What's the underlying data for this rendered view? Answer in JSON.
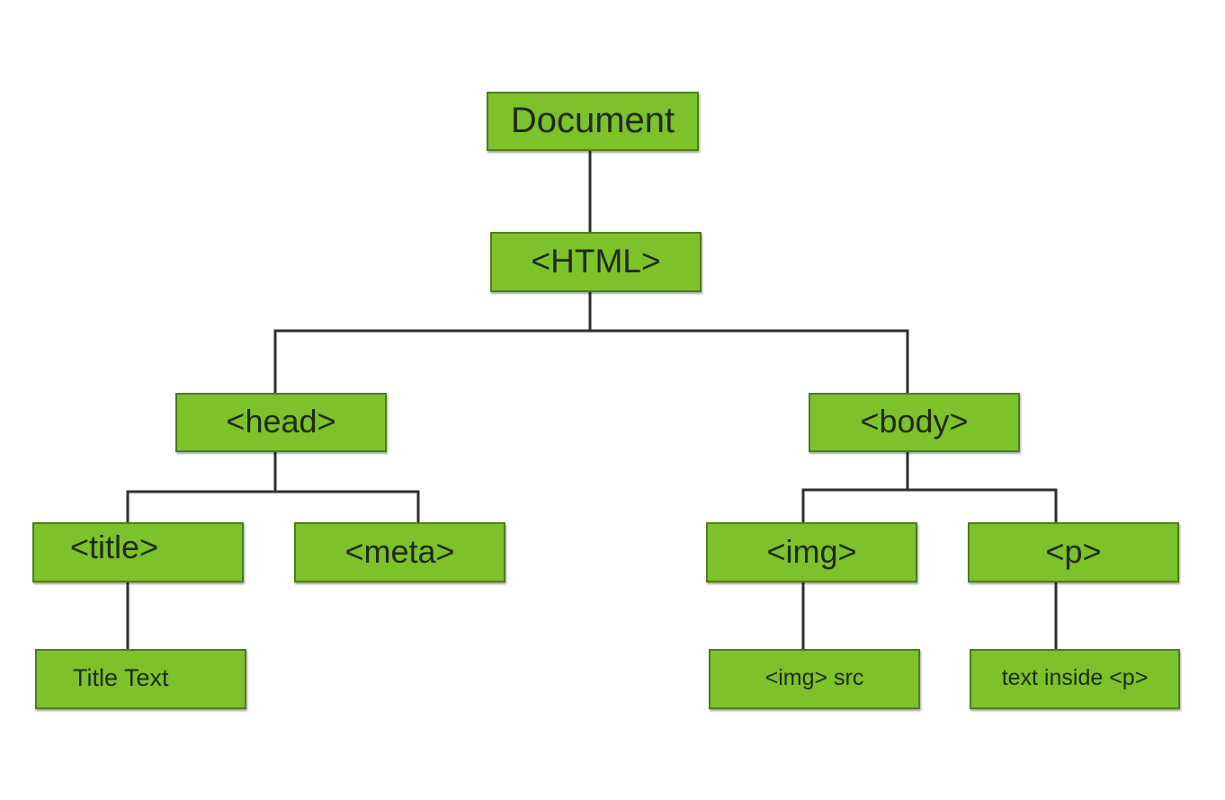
{
  "diagram": {
    "colors": {
      "node_fill": "#7dc12b",
      "node_border": "#4e7e1d",
      "connector": "#2f2f2f",
      "text": "#1f2a1a",
      "background": "#ffffff"
    },
    "nodes": {
      "document": "Document",
      "html": "<HTML>",
      "head": "<head>",
      "body": "<body>",
      "title": "<title>",
      "meta": "<meta>",
      "img": "<img>",
      "p": "<p>",
      "title_text": "Title Text",
      "img_src": "<img> src",
      "p_text": "text inside <p>"
    },
    "edges": [
      [
        "document",
        "html"
      ],
      [
        "html",
        "head"
      ],
      [
        "html",
        "body"
      ],
      [
        "head",
        "title"
      ],
      [
        "head",
        "meta"
      ],
      [
        "body",
        "img"
      ],
      [
        "body",
        "p"
      ],
      [
        "title",
        "title_text"
      ],
      [
        "img",
        "img_src"
      ],
      [
        "p",
        "p_text"
      ]
    ]
  }
}
